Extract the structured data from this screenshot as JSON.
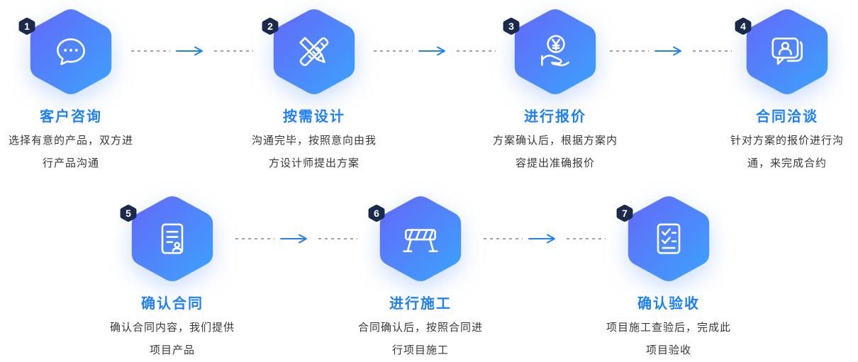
{
  "colors": {
    "accent_blue": "#2080F6",
    "hex_gradient_start": "#6468F8",
    "hex_gradient_end": "#3BA3FE",
    "badge_navy": "#1B2A4A",
    "desc_text": "#383838",
    "dash_gray": "#9AA2AE"
  },
  "steps": [
    {
      "number": "1",
      "title": "客户咨询",
      "desc_line1": "选择有意的产品，双方进",
      "desc_line2": "行产品沟通",
      "icon": "chat-bubble-icon"
    },
    {
      "number": "2",
      "title": "按需设计",
      "desc_line1": "沟通完毕，按照意向由我",
      "desc_line2": "方设计师提出方案",
      "icon": "pencil-ruler-icon"
    },
    {
      "number": "3",
      "title": "进行报价",
      "desc_line1": "方案确认后，根据方案内",
      "desc_line2": "容提出准确报价",
      "icon": "hand-coin-yen-icon"
    },
    {
      "number": "4",
      "title": "合同洽谈",
      "desc_line1": "针对方案的报价进行沟",
      "desc_line2": "通，来完成合约",
      "icon": "person-bubble-icon"
    },
    {
      "number": "5",
      "title": "确认合同",
      "desc_line1": "确认合同内容，我们提供",
      "desc_line2": "项目产品",
      "icon": "contract-document-icon"
    },
    {
      "number": "6",
      "title": "进行施工",
      "desc_line1": "合同确认后，按照合同进",
      "desc_line2": "行项目施工",
      "icon": "construction-barrier-icon"
    },
    {
      "number": "7",
      "title": "确认验收",
      "desc_line1": "项目施工查验后，完成此",
      "desc_line2": "项目验收",
      "icon": "checklist-icon"
    }
  ]
}
